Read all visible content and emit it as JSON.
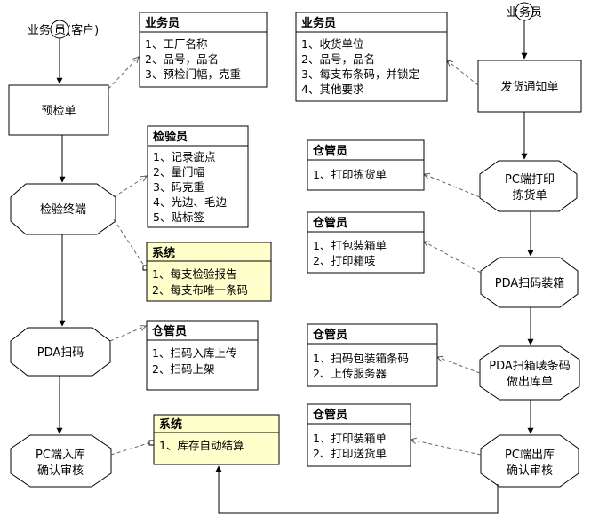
{
  "actors": {
    "left": {
      "pre": "业务",
      "mid": "员",
      "post": "(客户)"
    },
    "right": {
      "pre": "业",
      "mid": "务员",
      "post": ""
    }
  },
  "nodes": {
    "precheck": "预检单",
    "inspect_terminal": "检验终端",
    "pda_scan": "PDA扫码",
    "pc_inbound": [
      "PC端入库",
      "确认审核"
    ],
    "ship_notice": "发货通知单",
    "pc_print_pick": [
      "PC端打印",
      "拣货单"
    ],
    "pda_pack": "PDA扫码装箱",
    "pda_outbound": [
      "PDA扫箱唛条码",
      "做出库单"
    ],
    "pc_outbound": [
      "PC端出库",
      "确认审核"
    ]
  },
  "notes": {
    "salesman_left": {
      "header": "业务员",
      "items": [
        "1、工厂名称",
        "2、品号，品名",
        "3、预检门幅，克重"
      ]
    },
    "inspector": {
      "header": "检验员",
      "items": [
        "1、记录疵点",
        "2、量门幅",
        "3、码克重",
        "4、光边、毛边",
        "5、贴标签"
      ]
    },
    "system_report": {
      "header": "系统",
      "items": [
        "1、每支检验报告",
        "2、每支布唯一条码"
      ]
    },
    "warehouse_inbound": {
      "header": "仓管员",
      "items": [
        "1、扫码入库上传",
        "2、扫码上架"
      ]
    },
    "system_stock": {
      "header": "系统",
      "items": [
        "1、库存自动结算"
      ]
    },
    "salesman_right": {
      "header": "业务员",
      "items": [
        "1、收货单位",
        "2、品号，品名",
        "3、每支布条码，并锁定",
        "4、其他要求"
      ]
    },
    "warehouse_pick": {
      "header": "仓管员",
      "items": [
        "1、打印拣货单"
      ]
    },
    "warehouse_pack": {
      "header": "仓管员",
      "items": [
        "1、打包装箱单",
        "2、打印箱唛"
      ]
    },
    "warehouse_upload": {
      "header": "仓管员",
      "items": [
        "1、扫码包装箱条码",
        "2、上传服务器"
      ]
    },
    "warehouse_print": {
      "header": "仓管员",
      "items": [
        "1、打印装箱单",
        "2、打印送货单"
      ]
    }
  },
  "colors": {
    "system_fill": "#ffffcc",
    "note_fill": "#ffffff",
    "stroke": "#000000",
    "dashed": "#666666"
  }
}
